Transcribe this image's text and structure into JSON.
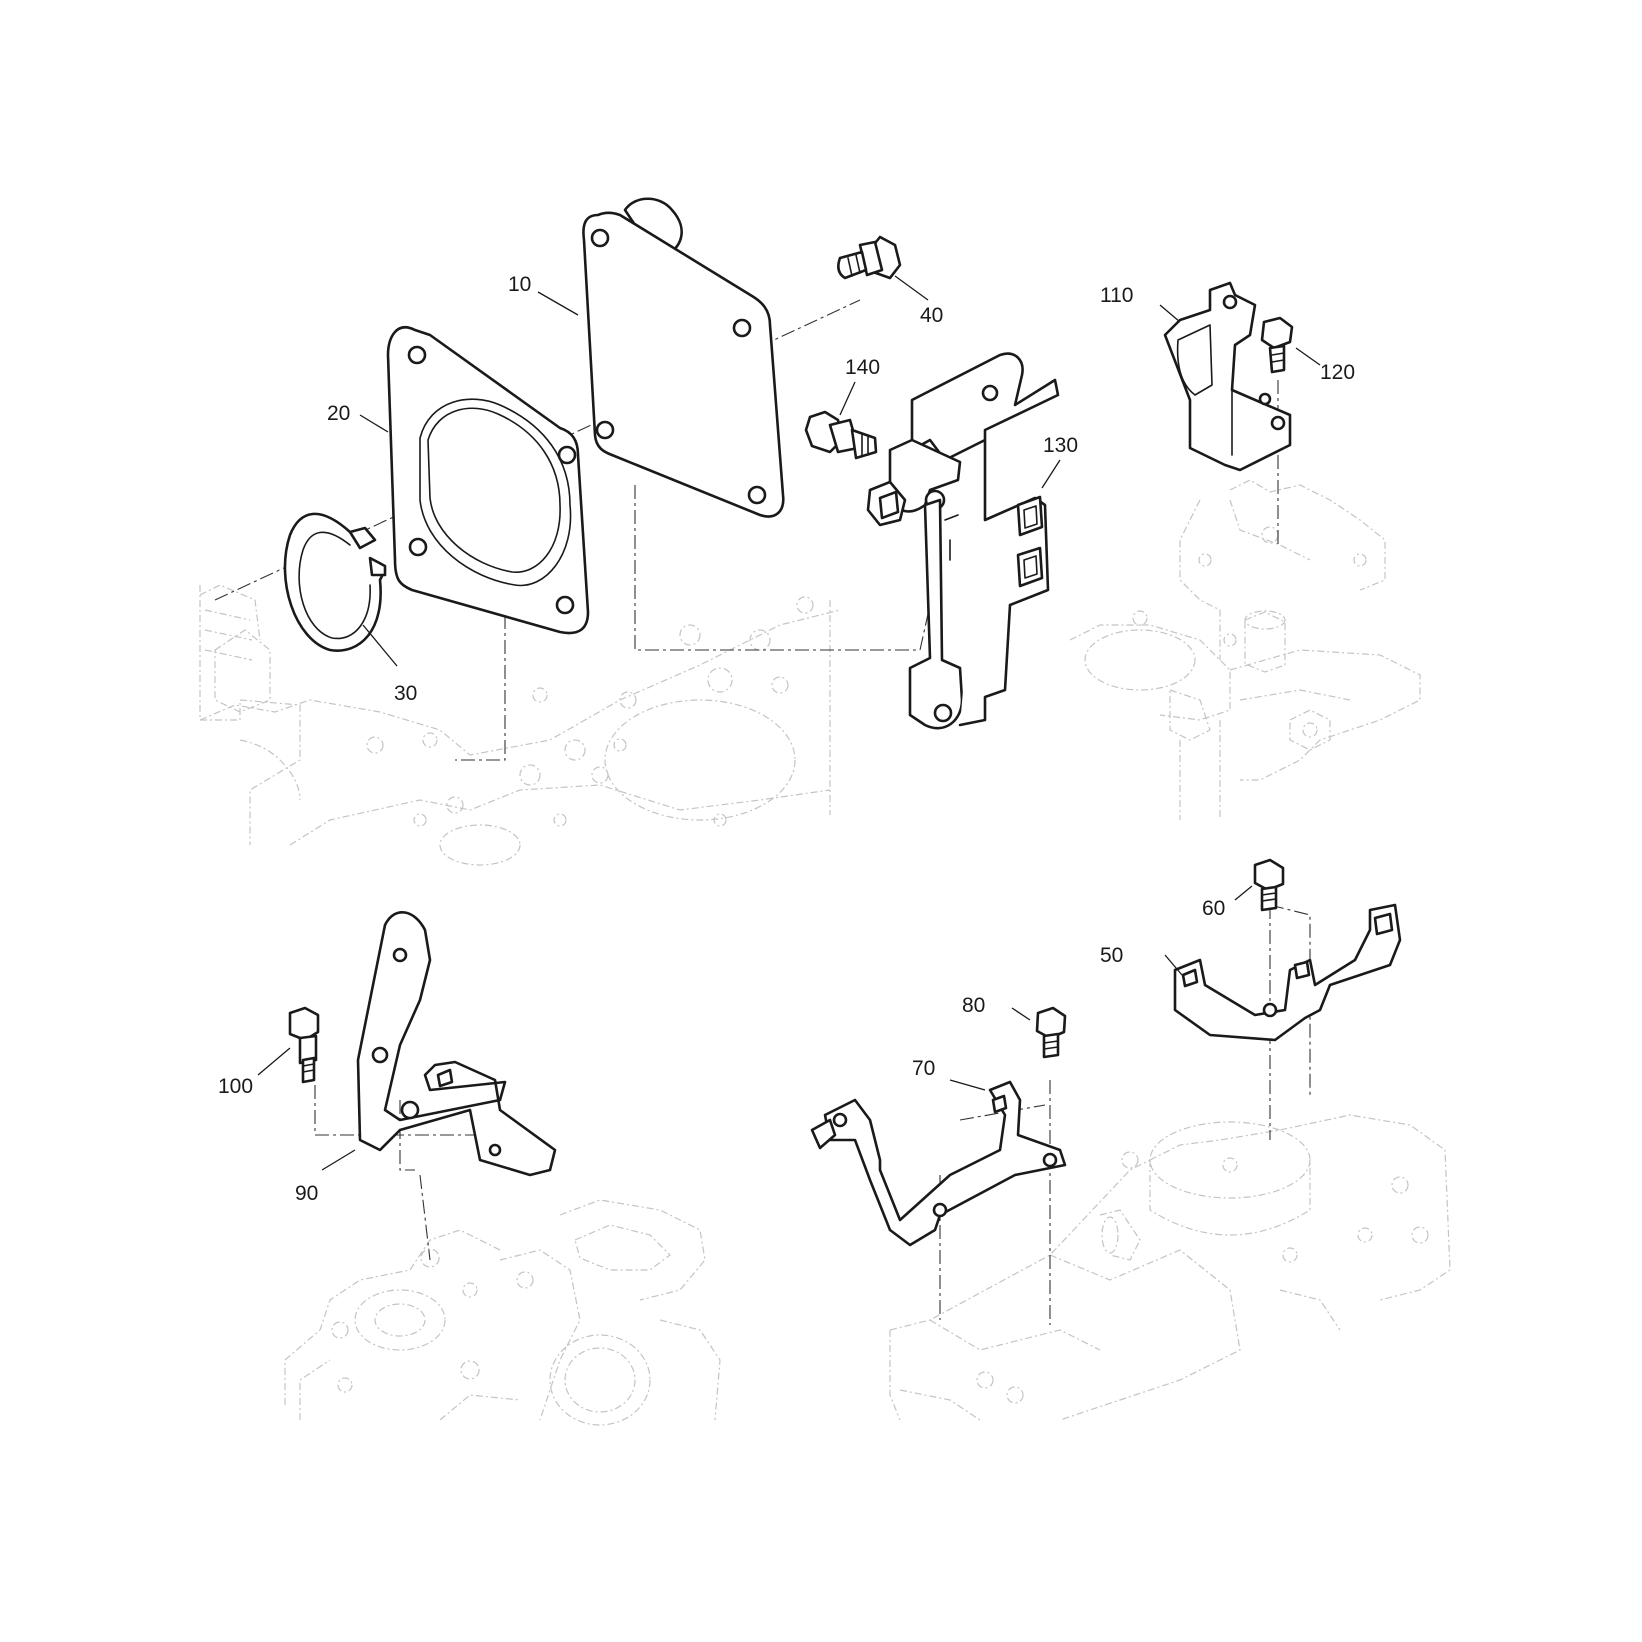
{
  "diagram": {
    "callouts": [
      {
        "id": "10",
        "label": "10"
      },
      {
        "id": "20",
        "label": "20"
      },
      {
        "id": "30",
        "label": "30"
      },
      {
        "id": "40",
        "label": "40"
      },
      {
        "id": "50",
        "label": "50"
      },
      {
        "id": "60",
        "label": "60"
      },
      {
        "id": "70",
        "label": "70"
      },
      {
        "id": "80",
        "label": "80"
      },
      {
        "id": "90",
        "label": "90"
      },
      {
        "id": "100",
        "label": "100"
      },
      {
        "id": "110",
        "label": "110"
      },
      {
        "id": "120",
        "label": "120"
      },
      {
        "id": "130",
        "label": "130"
      },
      {
        "id": "140",
        "label": "140"
      }
    ]
  }
}
